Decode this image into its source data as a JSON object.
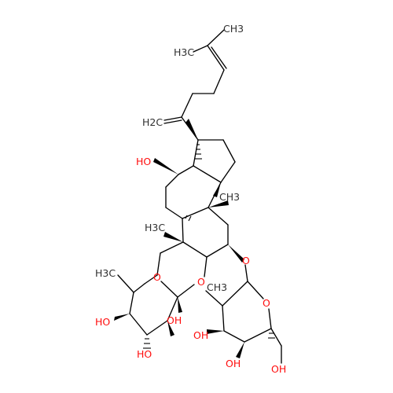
{
  "molecule": {
    "labels": {
      "methyl_top": "CH3",
      "methyl_left": "H3C",
      "methylene": "H2C",
      "oh_c12": "HO",
      "ch3_ring1": "CH3",
      "ch3_ring2": "H3C",
      "o_ring_left": "O",
      "o_link_right": "O",
      "o_center": "O",
      "ch3_sugar_left": "H3C",
      "ch3_mid": "CH3",
      "o_ring_right": "O",
      "oh_left1": "HO",
      "oh_left2": "OH",
      "oh_left3": "HO",
      "oh_mid": "OH",
      "oh_right1": "OH",
      "oh_right2": "OH"
    },
    "colors": {
      "bond": "#000000",
      "oxygen": "#ff0d0d",
      "carbon_text": "#303030"
    }
  }
}
